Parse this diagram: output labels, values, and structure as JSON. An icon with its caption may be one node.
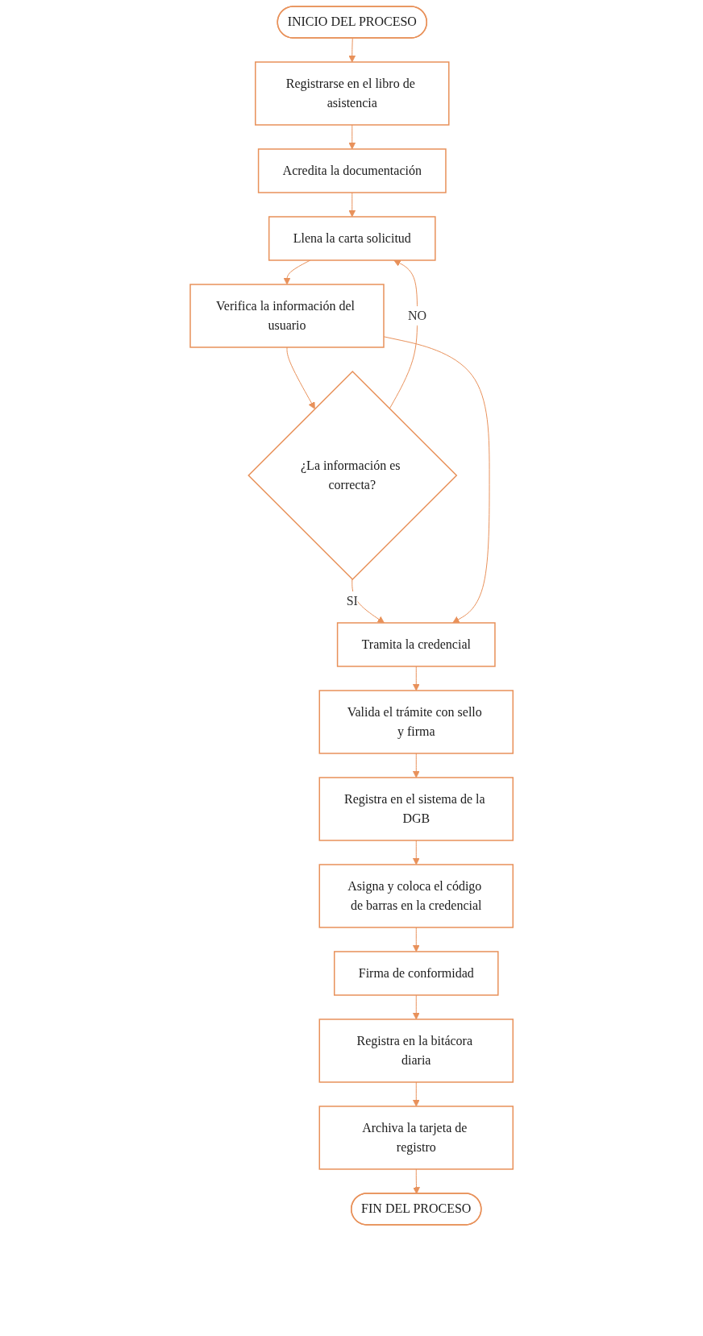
{
  "diagram": {
    "nodes": [
      {
        "text": [
          "INICIO DEL PROCESO"
        ]
      },
      {
        "text": [
          "Registrarse en el libro de asistencia"
        ]
      },
      {
        "text": [
          "Acredita la documentación"
        ]
      },
      {
        "text": [
          "Llena la carta solicitud"
        ]
      },
      {
        "text": [
          "Verifica la información del usuario"
        ]
      },
      {
        "text": [
          "¿La información es correcta?"
        ]
      },
      {
        "text": [
          "Tramita la credencial"
        ]
      },
      {
        "text": [
          "Valida el trámite con sello y firma"
        ]
      },
      {
        "text": [
          "Registra en el sistema de la DGB"
        ]
      },
      {
        "text": [
          "Asigna y coloca el código de barras en la credencial"
        ]
      },
      {
        "text": [
          "Firma de conformidad"
        ]
      },
      {
        "text": [
          "Registra en la bitácora diaria"
        ]
      },
      {
        "text": [
          "Archiva la tarjeta de registro"
        ]
      },
      {
        "text": [
          "FIN DEL PROCESO"
        ]
      }
    ],
    "edges": [
      {
        "from": 0,
        "to": 1,
        "arrow": "to"
      },
      {
        "from": 1,
        "to": 2,
        "arrow": "to"
      },
      {
        "from": 2,
        "to": 3,
        "arrow": "to"
      },
      {
        "from": 3,
        "to": 4,
        "arrow": "to"
      },
      {
        "from": 4,
        "to": 5,
        "arrow": "to"
      },
      {
        "from": 5,
        "to": 3,
        "arrow": "to",
        "label": "NO"
      },
      {
        "from": 5,
        "to": 6,
        "arrow": "to",
        "label": "SI"
      },
      {
        "from": 4,
        "to": 6,
        "arrow": "to"
      },
      {
        "from": 6,
        "to": 7,
        "arrow": "to"
      },
      {
        "from": 7,
        "to": 8,
        "arrow": "to"
      },
      {
        "from": 8,
        "to": 9,
        "arrow": "to"
      },
      {
        "from": 9,
        "to": 10,
        "arrow": "to"
      },
      {
        "from": 10,
        "to": 11,
        "arrow": "to"
      },
      {
        "from": 11,
        "to": 12,
        "arrow": "to"
      },
      {
        "from": 12,
        "to": 13,
        "arrow": "to"
      }
    ]
  }
}
